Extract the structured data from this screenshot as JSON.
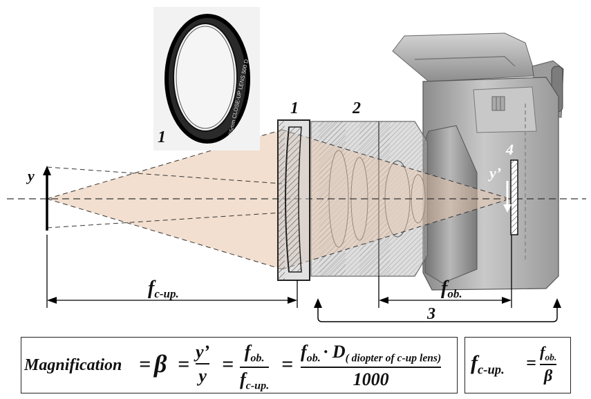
{
  "diagram": {
    "labels": {
      "filter_number": "1",
      "lens_number": "1",
      "objective_number": "2",
      "distance_number": "3",
      "sensor_number": "4",
      "object": "y",
      "image": "y’",
      "f_closeup": "fc-up.",
      "f_objective": "fob."
    },
    "filter_ring_text": "55mm CLOSE-UP LENS 500 D",
    "colors": {
      "light_cone": "#e8c4a8",
      "camera_body": "#a9a9a9",
      "lens_outline": "#222222"
    }
  },
  "formula_main": {
    "lhs": "Magnification",
    "beta": "β",
    "frac1_num": "y’",
    "frac1_den": "y",
    "frac2_num_f": "f",
    "frac2_num_sub": "ob.",
    "frac2_den_f": "f",
    "frac2_den_sub": "c-up.",
    "frac3_num_f": "f",
    "frac3_num_sub": "ob.",
    "frac3_num_dot": "· D",
    "frac3_num_paren": "( diopter of c-up lens)",
    "frac3_den": "1000"
  },
  "formula_side": {
    "lhs_f": "f",
    "lhs_sub": "c-up.",
    "num_f": "f",
    "num_sub": "ob.",
    "den": "β"
  }
}
